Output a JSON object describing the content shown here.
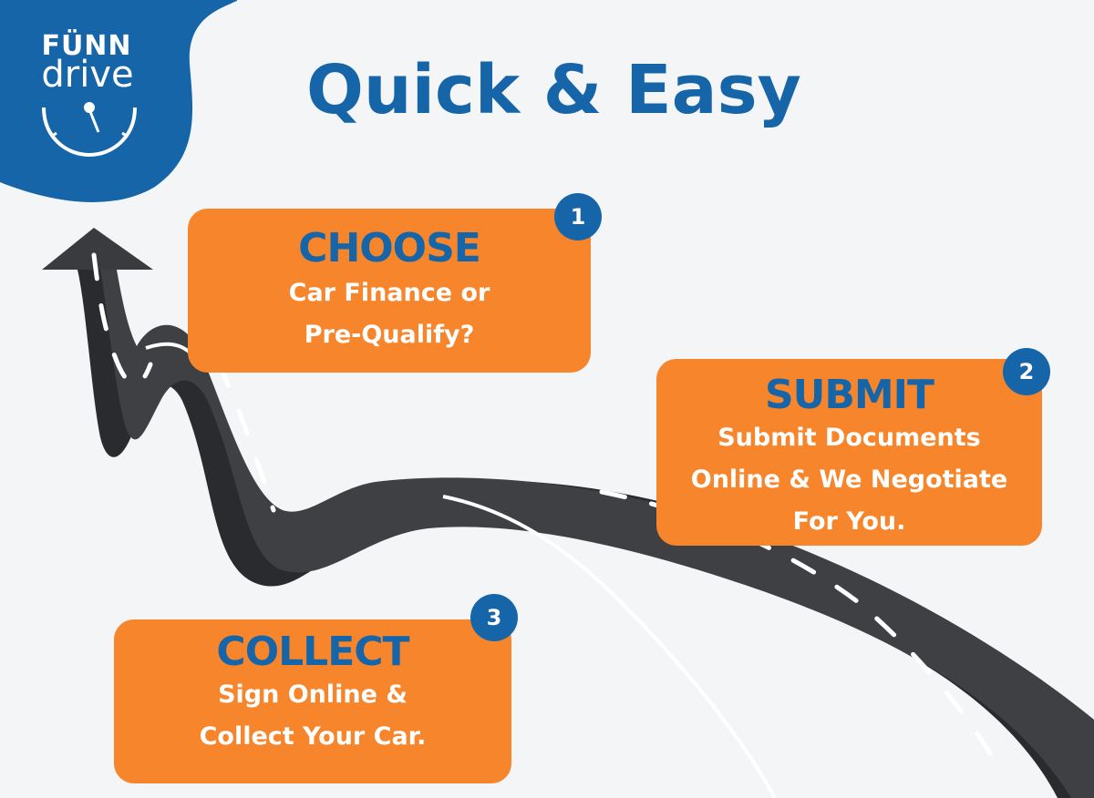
{
  "brand": {
    "name_top": "FÜNN",
    "name_bottom": "drive",
    "primary_color": "#1565a8",
    "accent_color": "#f7852b",
    "road_color": "#3a3b3f"
  },
  "title": "Quick & Easy",
  "steps": [
    {
      "number": "1",
      "heading": "CHOOSE",
      "lines": [
        "Car Finance or",
        "Pre-Qualify?"
      ]
    },
    {
      "number": "2",
      "heading": "SUBMIT",
      "lines": [
        "Submit Documents",
        "Online & We Negotiate",
        "For You."
      ]
    },
    {
      "number": "3",
      "heading": "COLLECT",
      "lines": [
        "Sign Online &",
        "Collect Your Car."
      ]
    }
  ],
  "icons": [
    "speedometer-icon",
    "road-arrow-icon"
  ]
}
